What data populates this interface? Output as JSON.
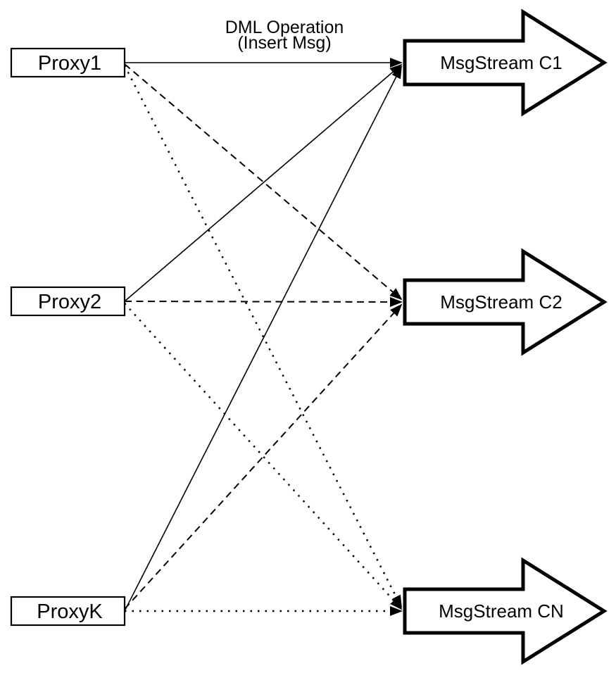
{
  "diagram": {
    "title_line1": "DML Operation",
    "title_line2": "(Insert Msg)"
  },
  "proxies": [
    {
      "label": "Proxy1"
    },
    {
      "label": "Proxy2"
    },
    {
      "label": "ProxyK"
    }
  ],
  "streams": [
    {
      "label": "MsgStream C1"
    },
    {
      "label": "MsgStream C2"
    },
    {
      "label": "MsgStream CN"
    }
  ],
  "connections": [
    {
      "from": "Proxy1",
      "to": "MsgStream C1",
      "line_style": "solid"
    },
    {
      "from": "Proxy1",
      "to": "MsgStream C2",
      "line_style": "dashed"
    },
    {
      "from": "Proxy1",
      "to": "MsgStream CN",
      "line_style": "dotted"
    },
    {
      "from": "Proxy2",
      "to": "MsgStream C1",
      "line_style": "solid"
    },
    {
      "from": "Proxy2",
      "to": "MsgStream C2",
      "line_style": "dashed"
    },
    {
      "from": "Proxy2",
      "to": "MsgStream CN",
      "line_style": "dotted"
    },
    {
      "from": "ProxyK",
      "to": "MsgStream C1",
      "line_style": "solid"
    },
    {
      "from": "ProxyK",
      "to": "MsgStream C2",
      "line_style": "dashed"
    },
    {
      "from": "ProxyK",
      "to": "MsgStream CN",
      "line_style": "dotted"
    }
  ],
  "colors": {
    "stroke": "#000000",
    "fill": "#ffffff"
  }
}
